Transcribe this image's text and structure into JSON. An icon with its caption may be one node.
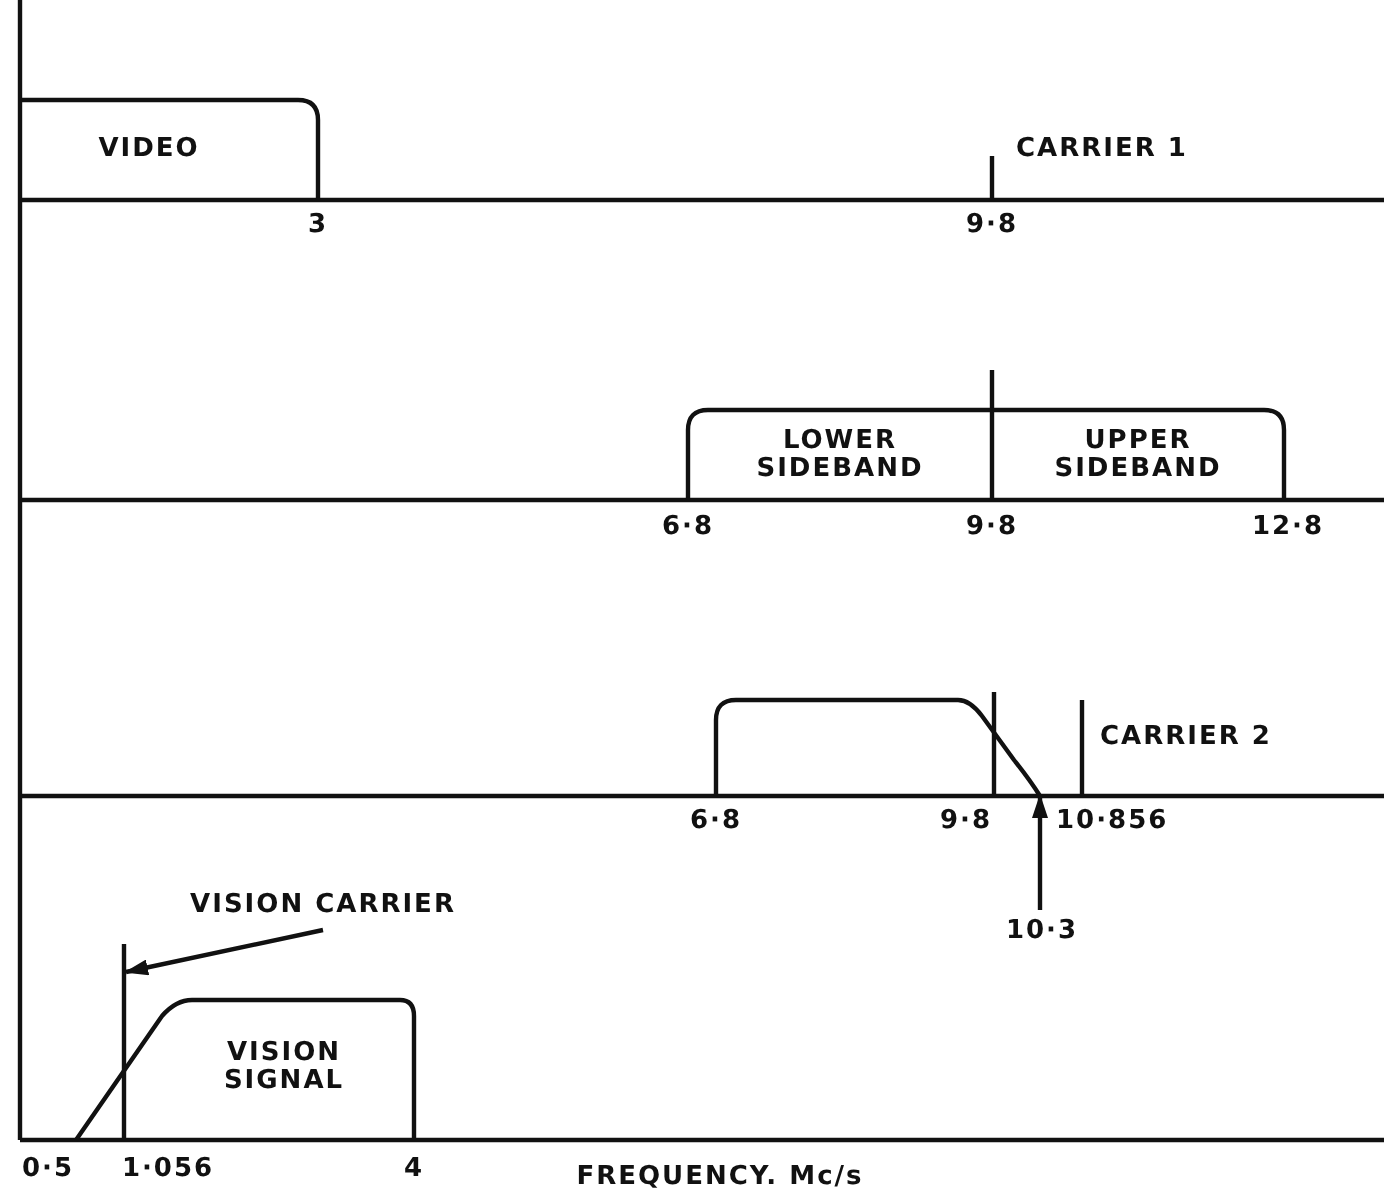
{
  "diagram": {
    "nodes": [
      {
        "text": [
          "VIDEO"
        ]
      },
      {
        "text": [
          "LOWER SIDEBAND"
        ]
      },
      {
        "text": [
          "UPPER SIDEBAND"
        ]
      },
      {
        "text": [],
        "shape": "box"
      },
      {
        "text": [
          "10·3"
        ]
      },
      {
        "text": [
          "VISION CARRIER"
        ]
      },
      {
        "text": [
          "VISION SIGNAL"
        ]
      },
      {
        "text": [],
        "shape": "bar"
      }
    ],
    "edges": [
      {
        "from": 4,
        "to": 3,
        "arrow": "to"
      },
      {
        "from": 5,
        "to": 7,
        "arrow": "to"
      }
    ],
    "labels": [
      "CARRIER 1",
      "3",
      "9·8",
      "6·8",
      "9·8",
      "12·8",
      "CARRIER 2",
      "6·8",
      "9·8",
      "10·856",
      "0·5",
      "1·056",
      "4",
      "FREQUENCY. Mc/s"
    ]
  }
}
